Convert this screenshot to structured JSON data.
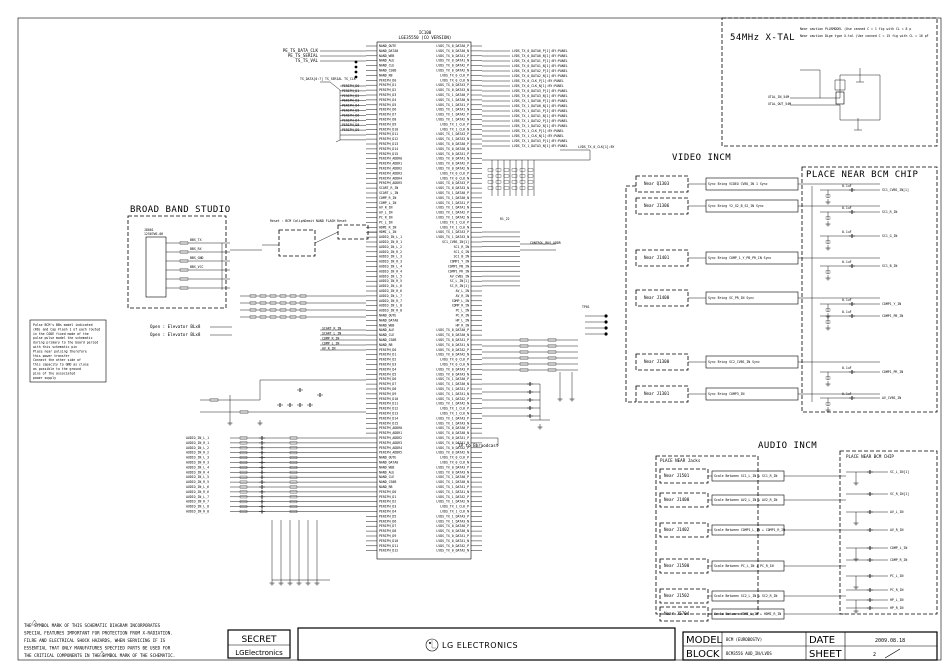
{
  "ic": {
    "ref": "IC100",
    "part": "LGE35550 (CO VERSION)"
  },
  "sections": {
    "broadband_studio": "BROAD BAND STUDIO",
    "video_incm": "VIDEO INCM",
    "audio_incm": "AUDIO INCM",
    "xtal": "54MHz X-TAL",
    "place_near_bcm_chip": "PLACE NEAR BCM CHIP",
    "place_near_bcm_chip_audio": "PLACE NEAR BCM CHIP",
    "place_near_jacks": "PLACE NEAR Jacks",
    "tp_note": "TP to Bbraodcast"
  },
  "video_near": [
    "Near Q1303",
    "Near J1306",
    "Near J1401",
    "Near J1400",
    "Near J1300",
    "Near J1301"
  ],
  "audio_near": [
    "Near J1501",
    "Near J1400",
    "Near J1402",
    "Near J1500",
    "Near J1502",
    "Near J5704"
  ],
  "signals": {
    "hdr_left": [
      "PE_TS_DATA_CLK",
      "PE_TS_SERIAL",
      "TS_TS_VAL"
    ],
    "bcm_pins_left": [
      "NAND_OUTE",
      "NAND_DATA0",
      "NAND_WEB",
      "NAND_ALE",
      "NAND_CLE",
      "NAND_CS0B",
      "NAND_RB",
      "PERIPH_D0",
      "PERIPH_D1",
      "PERIPH_D2",
      "PERIPH_D3",
      "PERIPH_D4",
      "PERIPH_D5",
      "PERIPH_D6",
      "PERIPH_D7",
      "PERIPH_D8",
      "PERIPH_D9",
      "PERIPH_D10",
      "PERIPH_D11",
      "PERIPH_D12",
      "PERIPH_D13",
      "PERIPH_D14",
      "PERIPH_D15",
      "PERIPH_ADDR0",
      "PERIPH_ADDR1",
      "PERIPH_ADDR2",
      "PERIPH_ADDR3",
      "PERIPH_ADDR4",
      "PERIPH_ADDR5"
    ],
    "bcm_pins_right": [
      "LVDS_TX_0_DATA0_P",
      "LVDS_TX_0_DATA0_N",
      "LVDS_TX_0_DATA1_P",
      "LVDS_TX_0_DATA1_N",
      "LVDS_TX_0_DATA2_P",
      "LVDS_TX_0_DATA2_N",
      "LVDS_TX_0_CLK_P",
      "LVDS_TX_0_CLK_N",
      "LVDS_TX_0_DATA3_P",
      "LVDS_TX_0_DATA3_N",
      "LVDS_TX_1_DATA0_P",
      "LVDS_TX_1_DATA0_N",
      "LVDS_TX_1_DATA1_P",
      "LVDS_TX_1_DATA1_N",
      "LVDS_TX_1_DATA2_P",
      "LVDS_TX_1_DATA2_N",
      "LVDS_TX_1_CLK_P",
      "LVDS_TX_1_CLK_N",
      "LVDS_TX_1_DATA3_P",
      "LVDS_TX_1_DATA3_N"
    ],
    "lvds_nets": [
      "LVDS_TX_0_DATA0_P[1]:BY:PANEL",
      "LVDS_TX_0_DATA0_N[1]:BY:PANEL",
      "LVDS_TX_0_DATA1_P[1]:BY:PANEL",
      "LVDS_TX_0_DATA1_N[1]:BY:PANEL",
      "LVDS_TX_0_DATA2_P[1]:BY:PANEL",
      "LVDS_TX_0_DATA2_N[1]:BY:PANEL",
      "LVDS_TX_0_CLK_P[1]:BY:PANEL",
      "LVDS_TX_0_CLK_N[1]:BY:PANEL",
      "LVDS_TX_0_DATA3_P[1]:BY:PANEL",
      "LVDS_TX_0_DATA3_N[1]:BY:PANEL",
      "LVDS_TX_1_DATA0_P[1]:BY:PANEL",
      "LVDS_TX_1_DATA0_N[1]:BY:PANEL",
      "LVDS_TX_1_DATA1_P[1]:BY:PANEL",
      "LVDS_TX_1_DATA1_N[1]:BY:PANEL",
      "LVDS_TX_1_DATA2_P[1]:BY:PANEL",
      "LVDS_TX_1_DATA2_N[1]:BY:PANEL",
      "LVDS_TX_1_CLK_P[1]:BY:PANEL",
      "LVDS_TX_1_CLK_N[1]:BY:PANEL",
      "LVDS_TX_1_DATA3_P[1]:BY:PANEL",
      "LVDS_TX_1_DATA3_N[1]:BY:PANEL"
    ],
    "analog_left": [
      "AUDIO_IN_L_1",
      "AUDIO_IN_R_1",
      "AUDIO_IN_L_2",
      "AUDIO_IN_R_2",
      "AUDIO_IN_L_3",
      "AUDIO_IN_R_3",
      "AUDIO_IN_L_4",
      "AUDIO_IN_R_4",
      "AUDIO_IN_L_5",
      "AUDIO_IN_R_5",
      "AUDIO_IN_L_6",
      "AUDIO_IN_R_6",
      "AUDIO_IN_L_7",
      "AUDIO_IN_R_7",
      "AUDIO_IN_L_8",
      "AUDIO_IN_R_8"
    ],
    "mid_left_nets": [
      "SCART_R_IN",
      "SCART_L_IN",
      "COMP_R_IN",
      "COMP_L_IN",
      "AV_R_IN",
      "AV_L_IN",
      "PC_R_IN",
      "PC_L_IN",
      "HDMI_R_IN",
      "HDMI_L_IN"
    ],
    "bbs_nets": [
      "BBS_TX",
      "BBS_RX",
      "BBS_GND",
      "BBS_VCC"
    ],
    "open_labels": [
      "Open : Elevator BLx8",
      "Open : Elevator BLx8"
    ],
    "reset_note": "Reset : BCM CaliphDemit NAND FLASH Reset",
    "xtal_nets": [
      "XTAL_IN_54M",
      "XTAL_OUT_54M"
    ],
    "xtal_note": "Near caution PLUSMODEL (Use canned C = 1 fig with CL = 8 p",
    "xtal_note2": "Near caution Dige type X-tal (Use canned C = 15 fig with CL = 16 pF",
    "video_caps": [
      "0.1uF",
      "0.1uF",
      "0.1uF",
      "0.1uF",
      "0.1uF",
      "0.1uF",
      "0.1uF",
      "0.1uF"
    ],
    "video_nets": [
      "SC1_CVBS_IN[1]",
      "SC1_R_IN",
      "SC1_G_IN",
      "SC1_B_IN",
      "COMP1_Y_IN",
      "COMP1_PB_IN",
      "COMP1_PR_IN",
      "AV_CVBS_IN"
    ],
    "audio_nets": [
      "SC_L_IN[1]",
      "SC_R_IN[1]",
      "AV_L_IN",
      "AV_R_IN",
      "COMP_L_IN",
      "COMP_R_IN",
      "PC_L_IN",
      "PC_R_IN",
      "HP_L_IN",
      "HP_R_IN"
    ],
    "video_box_text": [
      "Sync Bring VIDEO CVBS_IN 1 Sync",
      "Sync Bring Y2_G2_B_S2_IN Sync",
      "Sync Bring COMP_1_Y_PB_PR_IN Sync",
      "Sync Bring SC_PR_IN Sync",
      "Sync Bring SC2_CVBS_IN Sync",
      "Sync Bring COMP3_IN"
    ],
    "audio_box_text": [
      "Scale Between SC1_L_IN + SC1_R_IN",
      "Scale Between AV2_L_IN + AV2_R_IN",
      "Scale Between COMP1_L_IN + COMP1_R_IN",
      "Scale Between PC_L_IN + PC_R_IN",
      "Scale Between SC2_L_IN + SC2_R_IN",
      "Scale Between HDMI_L_IN + HDMI_R_IN"
    ],
    "bbs_connector": "J8001",
    "bbs_connector_part": "12507WS-06"
  },
  "warning": {
    "lines": [
      "THE  SYMBOL MARK OF THIS SCHEMATIC DIAGRAM INCORPORATES",
      "SPECIAL FEATURES IMPORTANT FOR PROTECTION FROM X-RADIATION.",
      "FILRE AND ELECTRICAL SHOCK HAZARDS, WHEN SERVICING IF IS",
      "ESSENTIAL THAT ONLY MANUFATURES SPECFIED PARTS BE USED FOR",
      "THE CRITICAL COMPONENTS IN THE  SYMBOL MARK OF THE SCHEMATIC."
    ]
  },
  "note_box": {
    "lines": [
      "Pulse BCM's BBs model indicated",
      "(R6) and Cap Flash 1 of each routed",
      "in the CODE fixed mode of the",
      "pulse pulse model the schematic",
      "during primary to the board period",
      "with this schematic pin",
      "Place near pulsing therefore",
      "this power transfer",
      "Connect the other side of",
      "this capacity to GND as close",
      "as possible to the ground",
      "pins of the associated",
      "power supply"
    ]
  },
  "title_block": {
    "secret": "SECRET",
    "secret_company": "LGElectronics",
    "logo_text": "LG ELECTRONICS",
    "model_label": "MODEL",
    "model_value": "BCM (EUROBOSTV)",
    "block_label": "BLOCK",
    "block_value": "BCM3556 AUD_IN/LVDS",
    "date_label": "DATE",
    "date_value": "2009.08.18",
    "sheet_label": "SHEET",
    "sheet_value": "2"
  },
  "colors": {
    "ink": "#000000",
    "paper": "#ffffff"
  }
}
